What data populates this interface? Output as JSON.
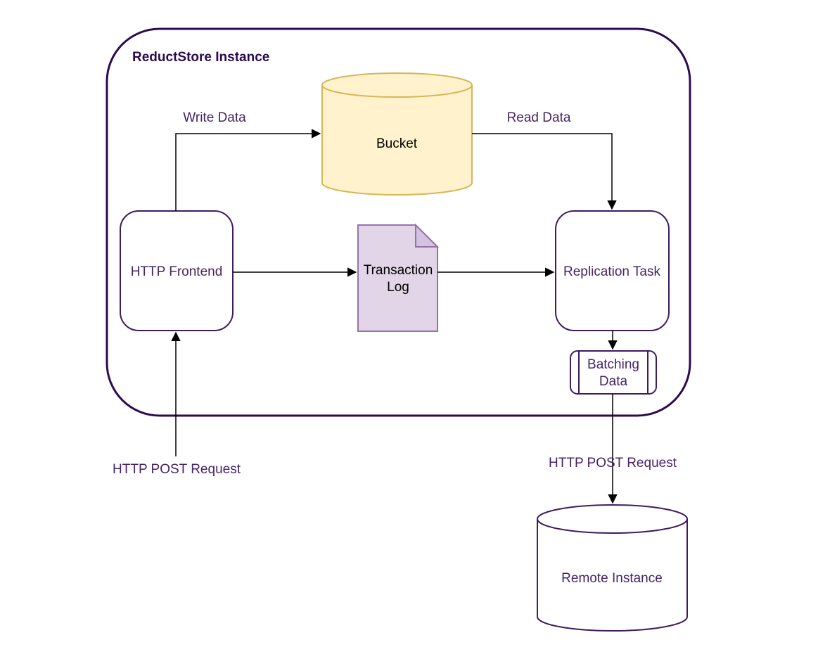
{
  "diagram": {
    "title": "ReductStore Instance",
    "nodes": {
      "bucket": {
        "label": "Bucket",
        "shape": "cylinder"
      },
      "http_frontend": {
        "label": "HTTP Frontend",
        "shape": "rounded-rect"
      },
      "transaction_log": {
        "label": "Transaction Log",
        "shape": "document"
      },
      "replication_task": {
        "label": "Replication Task",
        "shape": "rounded-rect"
      },
      "batching_data": {
        "label": "Batching Data",
        "shape": "subroutine"
      },
      "remote_instance": {
        "label": "Remote Instance",
        "shape": "cylinder"
      }
    },
    "edge_labels": {
      "write_data": "Write Data",
      "read_data": "Read Data",
      "http_post_request_left": "HTTP POST Request",
      "http_post_request_right": "HTTP POST Request"
    },
    "edges": [
      {
        "from": "http_frontend",
        "to": "bucket",
        "label": "Write Data"
      },
      {
        "from": "bucket",
        "to": "replication_task",
        "label": "Read Data"
      },
      {
        "from": "http_frontend",
        "to": "transaction_log",
        "label": ""
      },
      {
        "from": "transaction_log",
        "to": "replication_task",
        "label": ""
      },
      {
        "from": "replication_task",
        "to": "batching_data",
        "label": ""
      },
      {
        "from": "batching_data",
        "to": "remote_instance",
        "label": "HTTP POST Request"
      },
      {
        "from": "",
        "to": "http_frontend",
        "label": "HTTP POST Request"
      }
    ]
  },
  "colors": {
    "background": "#ffffff",
    "container_stroke": "#2d0a4e",
    "title_text": "#2d0a4e",
    "node_stroke": "#3e1c5f",
    "node_text": "#442466",
    "edge_label_text": "#442466",
    "arrow": "#000000",
    "bucket_fill": "#fff2cc",
    "bucket_stroke": "#d6b656",
    "document_fill": "#e1d5e7",
    "document_fold_fill": "#d3c2e0",
    "document_stroke": "#9673a6",
    "shape_fill": "#ffffff",
    "dark_text": "#000000"
  }
}
